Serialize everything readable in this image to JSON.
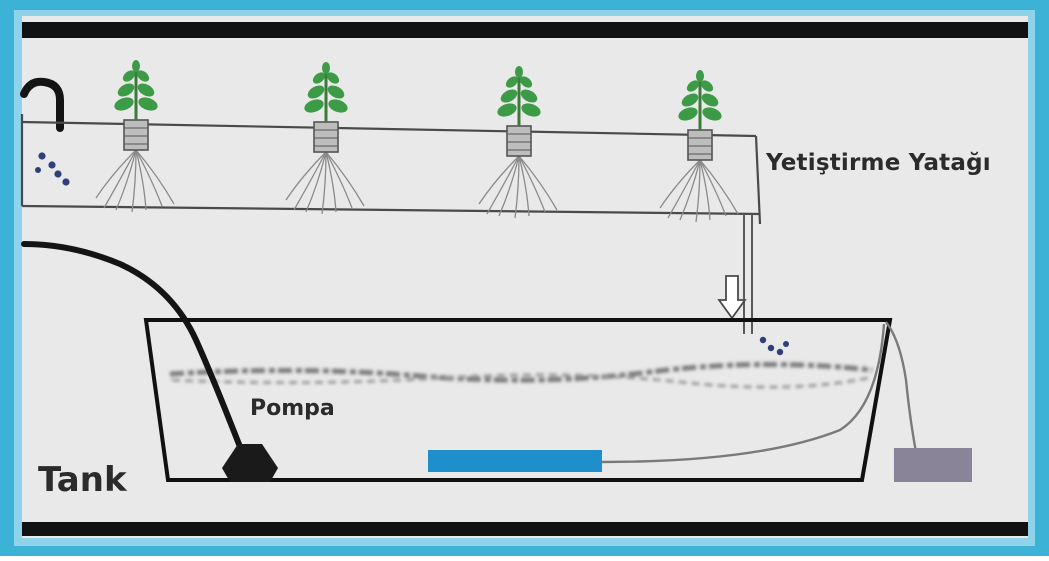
{
  "labels": {
    "grow_bed": "Yetiştirme Yatağı",
    "pump": "Pompa",
    "tank": "Tank"
  },
  "colors": {
    "border": "#3bb2d6",
    "background": "#e8e8e8",
    "bar": "#121212",
    "plant_leaf": "#3d9a46",
    "water_drop": "#2e3f7a",
    "heater": "#1f8fcc",
    "air_stone": "#8a8499",
    "pump": "#1a1a1a",
    "text": "#2b2b2b"
  },
  "plant_count": 4,
  "icons": [
    "plant-icon",
    "water-drop-icon",
    "down-arrow-icon",
    "pump-icon",
    "heater-icon",
    "air-stone-icon"
  ]
}
